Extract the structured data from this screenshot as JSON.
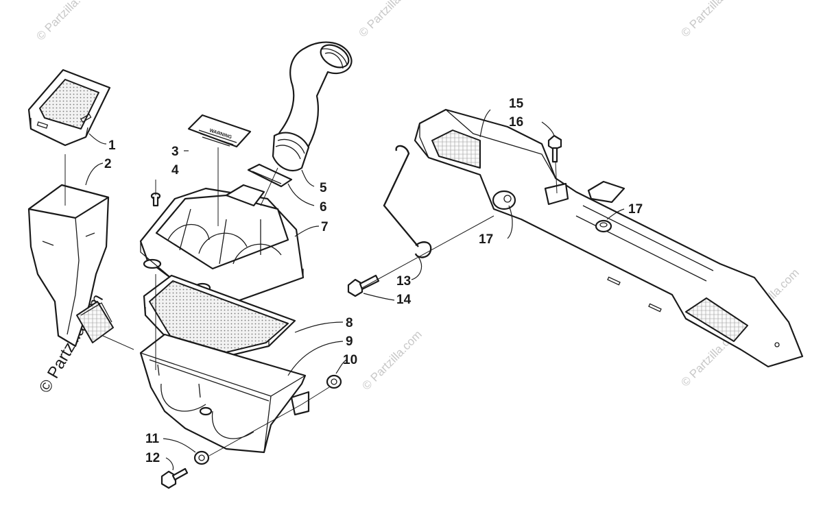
{
  "watermark": {
    "text": "© Partzilla.com",
    "accent_color": "#c8c8c8"
  },
  "callouts": {
    "c1": "1",
    "c2": "2",
    "c3": "3",
    "c4": "4",
    "c5": "5",
    "c6": "6",
    "c7": "7",
    "c8": "8",
    "c9": "9",
    "c10": "10",
    "c11": "11",
    "c12": "12",
    "c13": "13",
    "c14": "14",
    "c15": "15",
    "c16": "16",
    "c17a": "17",
    "c17b": "17"
  },
  "label_text": "WARNING"
}
